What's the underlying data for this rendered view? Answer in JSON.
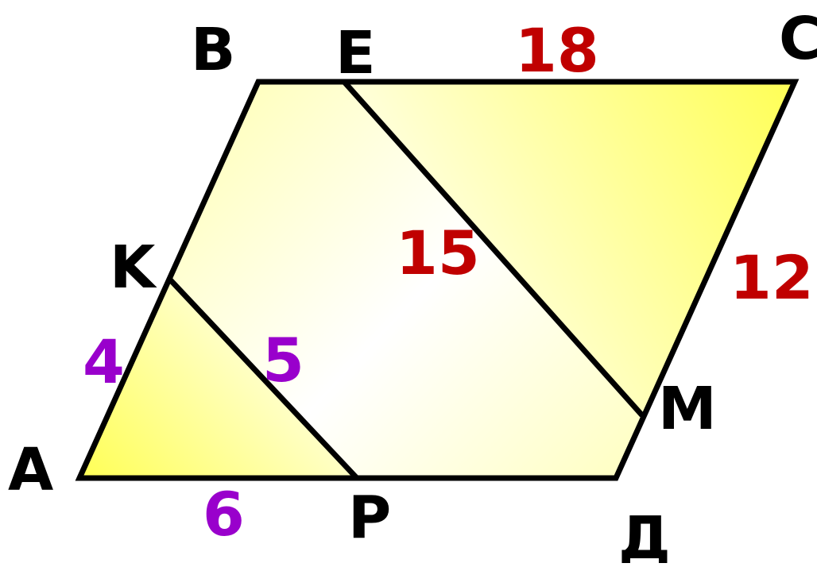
{
  "vertices": {
    "A": "A",
    "B": "B",
    "C": "C",
    "D": "Д",
    "E": "E",
    "K": "K",
    "M": "M",
    "P": "P"
  },
  "measures": {
    "EC": "18",
    "EM": "15",
    "CM": "12",
    "AK": "4",
    "KP": "5",
    "AP": "6"
  },
  "colors": {
    "black": "#000000",
    "red_measure": "#c00000",
    "purple_measure": "#9900cc",
    "fill_yellow": "#ffff66",
    "fill_white": "#ffffff"
  }
}
